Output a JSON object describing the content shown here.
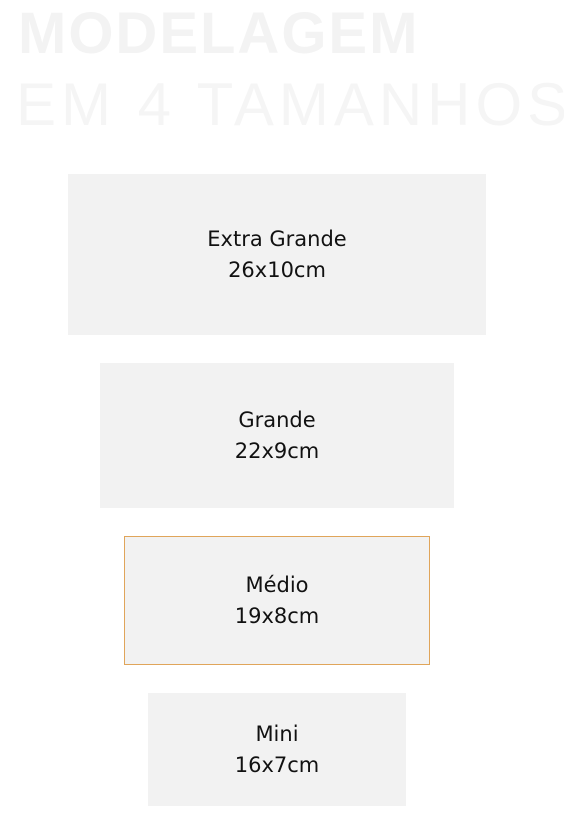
{
  "heading": {
    "line1": "MODELAGEM",
    "line2": "EM 4 TAMANHOS"
  },
  "sizes": [
    {
      "name": "Extra Grande",
      "dimensions": "26x10cm"
    },
    {
      "name": "Grande",
      "dimensions": "22x9cm"
    },
    {
      "name": "Médio",
      "dimensions": "19x8cm"
    },
    {
      "name": "Mini",
      "dimensions": "16x7cm"
    }
  ],
  "colors": {
    "card_background": "#f2f2f2",
    "selected_border": "#e0a55a",
    "heading_text": "#f3f3f3",
    "body_text": "#111111"
  }
}
